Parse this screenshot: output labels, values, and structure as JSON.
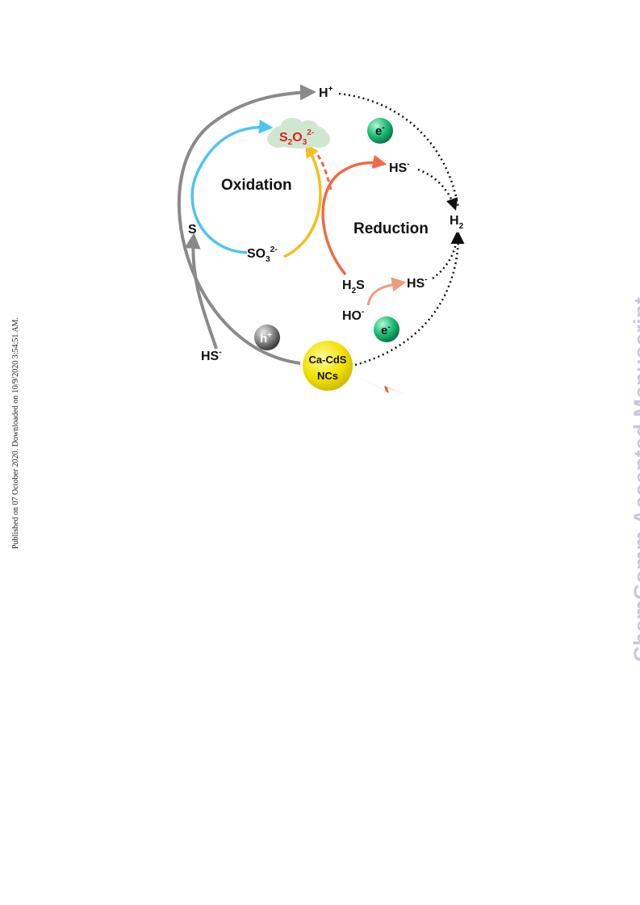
{
  "side_note": "Published on 07 October 2020. Downloaded on 10/9/2020 3:54:51 AM.",
  "watermark": {
    "text": "ChemComm Accepted Manuscript",
    "color": "#c8c8dc"
  },
  "diagram": {
    "labels": {
      "h_plus_top": {
        "base": "H",
        "sup": "+"
      },
      "s2o3": {
        "b1": "S",
        "s1": "2",
        "b2": "O",
        "s2": "3",
        "sup": "2-"
      },
      "electron_top": {
        "base": "e",
        "sup": "-"
      },
      "hs_upper": {
        "base": "HS",
        "sup": "-"
      },
      "oxidation": "Oxidation",
      "h2": {
        "base": "H",
        "sub": "2"
      },
      "sulfur": "S",
      "reduction": "Reduction",
      "so3": {
        "base": "SO",
        "sub": "3",
        "sup": "2-"
      },
      "h2s": {
        "base": "H",
        "sub": "2",
        "tail": "S"
      },
      "hs_mid": {
        "base": "HS",
        "sup": "-"
      },
      "ho": {
        "base": "HO",
        "sup": "-"
      },
      "hole": {
        "base": "h",
        "sup": "+"
      },
      "electron_bottom": {
        "base": "e",
        "sup": "-"
      },
      "hs_left": {
        "base": "HS",
        "sup": "-"
      },
      "catalyst_line1": "Ca-CdS",
      "catalyst_line2": "NCs"
    },
    "colors": {
      "gray_arrow": "#8a8a8a",
      "blue_arrow": "#4ec4f0",
      "yellow_arrow": "#f5bd1f",
      "orange_arrow": "#f06a45",
      "salmon_arrow": "#f29a7e",
      "red_text": "#e02020",
      "cloud": "#cfe6cf",
      "electron": "#1ec47a",
      "hole": "#7a7a7a",
      "catalyst": "#f2e000"
    }
  }
}
